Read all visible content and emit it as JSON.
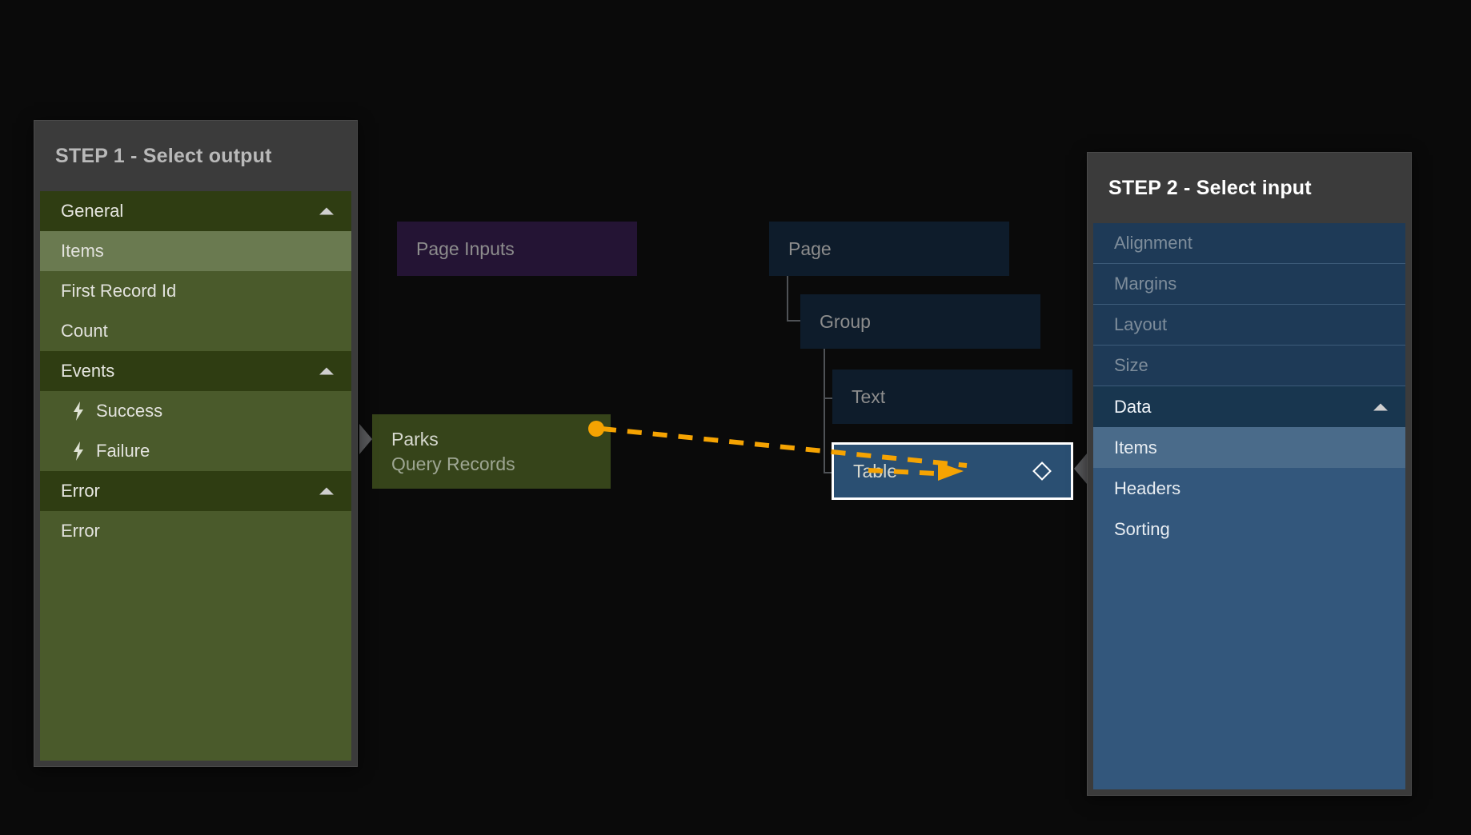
{
  "theme": {
    "canvas_bg": "#0a0a0a",
    "accent_link": "#f5a302",
    "output_green": "#4a5a2b",
    "output_green_header": "#2f3d12",
    "output_green_selected": "#6a7a50",
    "input_blue": "#33577c",
    "input_blue_header": "#18364f",
    "input_blue_collapsed": "#1e3a57",
    "input_blue_selected": "#4a6b8a",
    "panel_chrome": "#3b3b3b",
    "selected_node_border": "#ffffff"
  },
  "step1": {
    "title": "STEP 1 - Select output",
    "rows": [
      {
        "label": "General",
        "kind": "section",
        "caret": "collapse-up-icon"
      },
      {
        "label": "Items",
        "kind": "leaf",
        "selected": true
      },
      {
        "label": "First Record Id",
        "kind": "leaf",
        "selected": false
      },
      {
        "label": "Count",
        "kind": "leaf",
        "selected": false
      },
      {
        "label": "Events",
        "kind": "section",
        "caret": "collapse-up-icon"
      },
      {
        "label": "Success",
        "kind": "child",
        "icon": "lightning-bolt-icon"
      },
      {
        "label": "Failure",
        "kind": "child",
        "icon": "lightning-bolt-icon"
      },
      {
        "label": "Error",
        "kind": "section",
        "caret": "collapse-up-icon"
      },
      {
        "label": "Error",
        "kind": "leaf",
        "selected": false
      }
    ]
  },
  "step2": {
    "title": "STEP 2 - Select input",
    "rows": [
      {
        "label": "Alignment",
        "kind": "collapsed",
        "caret": "chevron-down-icon"
      },
      {
        "label": "Margins",
        "kind": "collapsed",
        "caret": "chevron-down-icon"
      },
      {
        "label": "Layout",
        "kind": "collapsed",
        "caret": "chevron-down-icon"
      },
      {
        "label": "Size",
        "kind": "collapsed",
        "caret": "chevron-down-icon"
      },
      {
        "label": "Data",
        "kind": "section-open",
        "caret": "collapse-up-icon"
      },
      {
        "label": "Items",
        "kind": "leaf",
        "selected": true
      },
      {
        "label": "Headers",
        "kind": "leaf",
        "selected": false
      },
      {
        "label": "Sorting",
        "kind": "leaf",
        "selected": false
      }
    ]
  },
  "flow": {
    "page_inputs": {
      "label": "Page Inputs"
    },
    "page": {
      "label": "Page"
    },
    "group": {
      "label": "Group"
    },
    "text": {
      "label": "Text"
    },
    "table": {
      "label": "Table",
      "icon": "diamond-icon",
      "selected": true
    },
    "source": {
      "title": "Parks",
      "subtitle": "Query Records"
    }
  },
  "link": {
    "style": "dashed-arrow",
    "color": "#f5a302",
    "from": "Parks / Query Records output port",
    "to": "Table node"
  }
}
